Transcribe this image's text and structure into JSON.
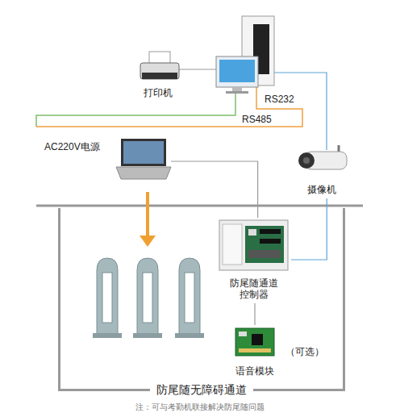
{
  "diagram": {
    "caption": "注：可与考勤机联接解决防尾随问题",
    "nodes": [
      {
        "text": [
          "打印机"
        ]
      },
      {
        "text": [
          "AC220V电源"
        ]
      },
      {
        "text": [
          "摄像机"
        ]
      },
      {
        "text": [
          "防尾随无障碍通道"
        ]
      },
      {
        "text": [
          "防尾随通道 控制器"
        ],
        "in": 3
      },
      {
        "text": [
          "语音模块",
          "（可选）"
        ],
        "in": 3
      }
    ],
    "edges": [
      {
        "from": 1,
        "to": 4,
        "arrow": "none"
      },
      {
        "from": 2,
        "to": 4,
        "arrow": "none"
      },
      {
        "from": 4,
        "to": 5,
        "arrow": "none"
      }
    ],
    "labels": [
      "RS232",
      "RS485"
    ]
  }
}
